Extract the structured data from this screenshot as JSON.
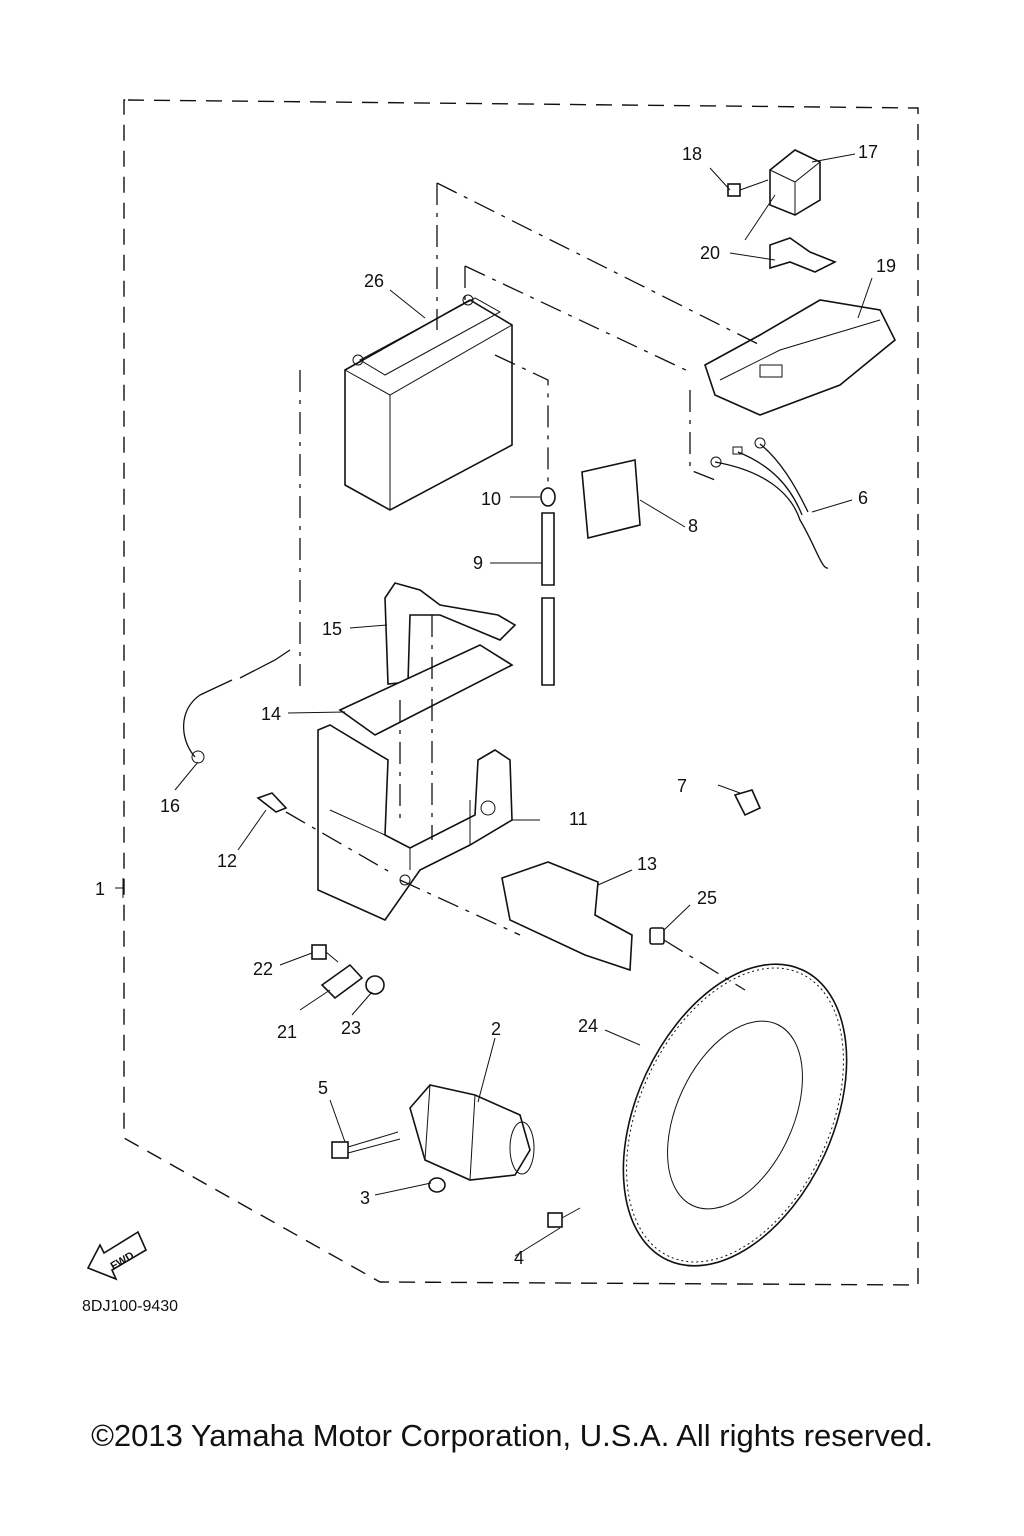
{
  "diagram": {
    "code": "8DJ100-9430",
    "fwd_label": "FWD",
    "copyright": "©2013 Yamaha Motor Corporation, U.S.A. All rights reserved.",
    "part_numbers": {
      "p1": "1",
      "p2": "2",
      "p3": "3",
      "p4": "4",
      "p5": "5",
      "p6": "6",
      "p7": "7",
      "p8": "8",
      "p9": "9",
      "p10": "10",
      "p11": "11",
      "p12": "12",
      "p13": "13",
      "p14": "14",
      "p15": "15",
      "p16": "16",
      "p17": "17",
      "p18": "18",
      "p19": "19",
      "p20": "20",
      "p21": "21",
      "p22": "22",
      "p23": "23",
      "p24": "24",
      "p25": "25",
      "p26": "26"
    }
  }
}
